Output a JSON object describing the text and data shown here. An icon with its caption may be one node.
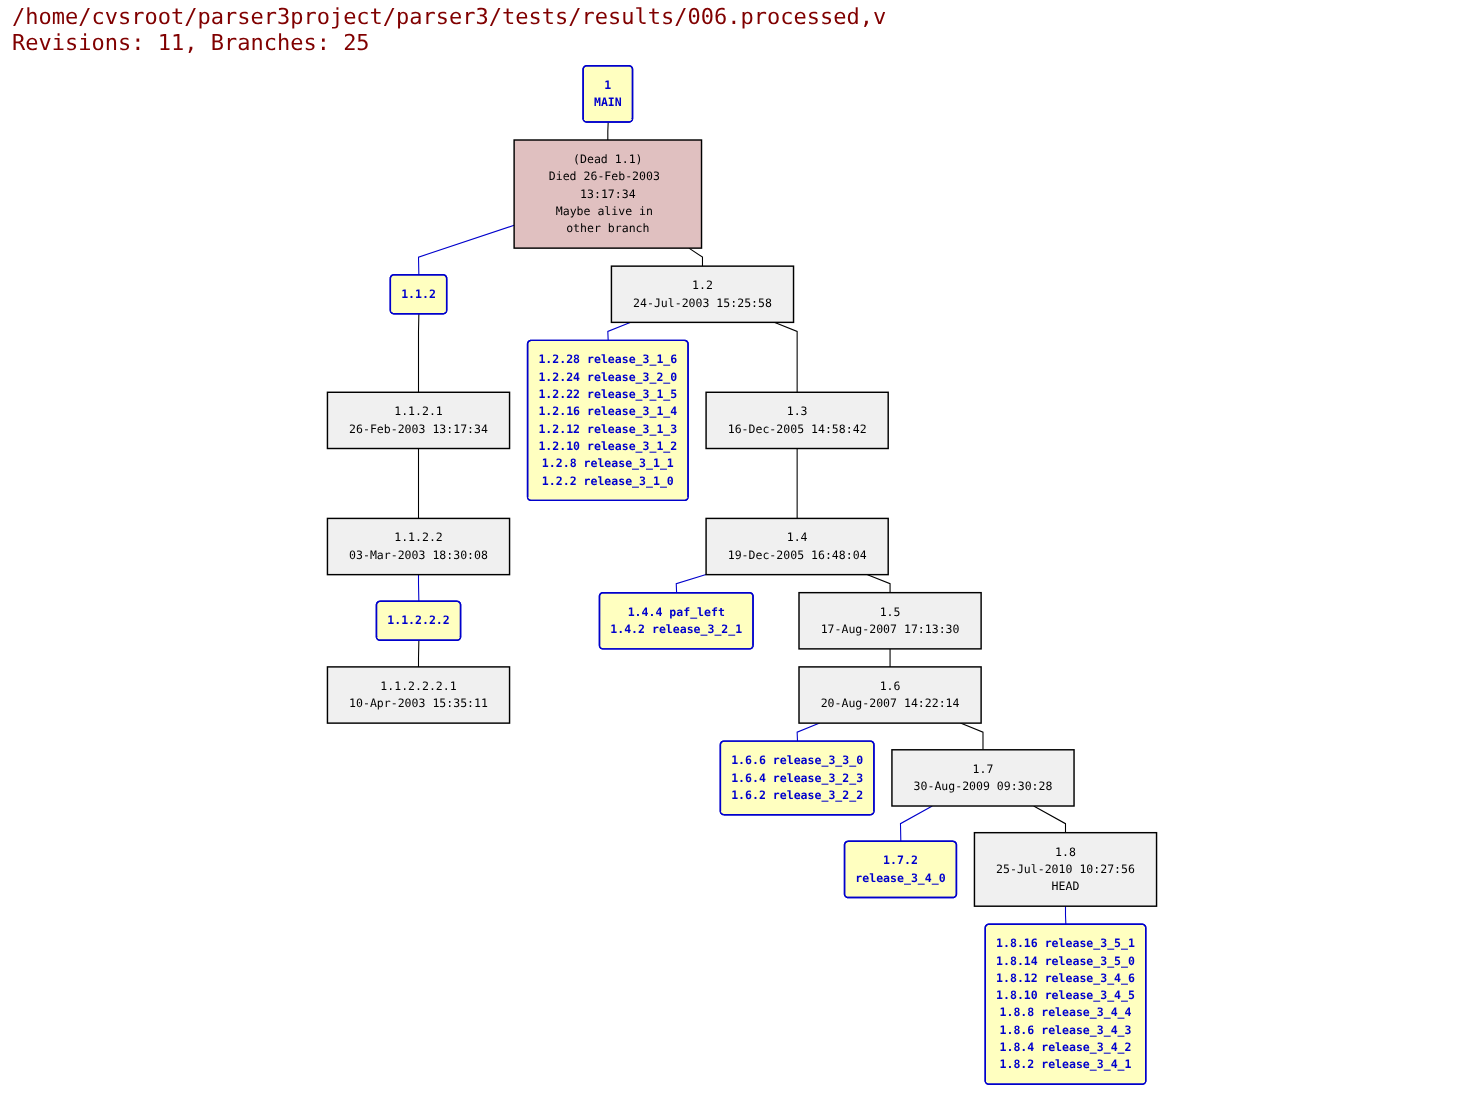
{
  "diagram": {
    "title": "/home/cvsroot/parser3project/parser3/tests/results/006.processed,v",
    "nodes": [
      {
        "text": [
          "1",
          "MAIN"
        ]
      },
      {
        "text": [
          "(Dead 1.1)",
          "Died 26-Feb-2003 13:17:34",
          "Maybe alive in other branch"
        ]
      },
      {
        "text": [
          "1.1.2"
        ]
      },
      {
        "text": [
          "1.2",
          "24-Jul-2003 15:25:58"
        ]
      },
      {
        "text": [
          "1.1.2.1",
          "26-Feb-2003 13:17:34"
        ]
      },
      {
        "text": [
          "1.2.28 release_3_1_6",
          "1.2.24 release_3_2_0",
          "1.2.22 release_3_1_5",
          "1.2.16 release_3_1_4",
          "1.2.12 release_3_1_3",
          "1.2.10 release_3_1_2",
          "1.2.8 release_3_1_1",
          "1.2.2 release_3_1_0"
        ]
      },
      {
        "text": [
          "1.3",
          "16-Dec-2005 14:58:42"
        ]
      },
      {
        "text": [
          "1.1.2.2",
          "03-Mar-2003 18:30:08"
        ]
      },
      {
        "text": [
          "1.1.2.2.2"
        ]
      },
      {
        "text": [
          "1.4",
          "19-Dec-2005 16:48:04"
        ]
      },
      {
        "text": [
          "1.1.2.2.2.1",
          "10-Apr-2003 15:35:11"
        ]
      },
      {
        "text": [
          "1.4.4 paf_left",
          "1.4.2 release_3_2_1"
        ]
      },
      {
        "text": [
          "1.5",
          "17-Aug-2007 17:13:30"
        ]
      },
      {
        "text": [
          "1.6",
          "20-Aug-2007 14:22:14"
        ]
      },
      {
        "text": [
          "1.6.6 release_3_3_0",
          "1.6.4 release_3_2_3",
          "1.6.2 release_3_2_2"
        ]
      },
      {
        "text": [
          "1.7",
          "30-Aug-2009 09:30:28"
        ]
      },
      {
        "text": [
          "1.7.2",
          "release_3_4_0"
        ]
      },
      {
        "text": [
          "1.8",
          "25-Jul-2010 10:27:56",
          "HEAD"
        ]
      },
      {
        "text": [
          "1.8.16 release_3_5_1",
          "1.8.14 release_3_5_0",
          "1.8.12 release_3_4_6",
          "1.8.10 release_3_4_5",
          "1.8.8 release_3_4_4",
          "1.8.6 release_3_4_3",
          "1.8.4 release_3_4_2",
          "1.8.2 release_3_4_1"
        ]
      }
    ],
    "edges": [
      {
        "from": 0,
        "to": 1,
        "arrow": "none"
      },
      {
        "from": 1,
        "to": 3,
        "arrow": "none"
      },
      {
        "from": 3,
        "to": 6,
        "arrow": "none"
      },
      {
        "from": 6,
        "to": 9,
        "arrow": "none"
      },
      {
        "from": 9,
        "to": 12,
        "arrow": "none"
      },
      {
        "from": 12,
        "to": 13,
        "arrow": "none"
      },
      {
        "from": 13,
        "to": 15,
        "arrow": "none"
      },
      {
        "from": 15,
        "to": 17,
        "arrow": "none"
      },
      {
        "from": 1,
        "to": 2,
        "arrow": "none",
        "color": "#0000cc"
      },
      {
        "from": 2,
        "to": 4,
        "arrow": "none"
      },
      {
        "from": 4,
        "to": 7,
        "arrow": "none"
      },
      {
        "from": 7,
        "to": 8,
        "arrow": "none",
        "color": "#0000cc"
      },
      {
        "from": 8,
        "to": 10,
        "arrow": "none"
      },
      {
        "from": 3,
        "to": 5,
        "arrow": "none",
        "color": "#0000cc"
      },
      {
        "from": 9,
        "to": 11,
        "arrow": "none",
        "color": "#0000cc"
      },
      {
        "from": 13,
        "to": 14,
        "arrow": "none",
        "color": "#0000cc"
      },
      {
        "from": 15,
        "to": 16,
        "arrow": "none",
        "color": "#0000cc"
      },
      {
        "from": 17,
        "to": 18,
        "arrow": "none",
        "color": "#0000cc"
      }
    ],
    "labels": [
      "Revisions: 11, Branches: 25"
    ]
  }
}
